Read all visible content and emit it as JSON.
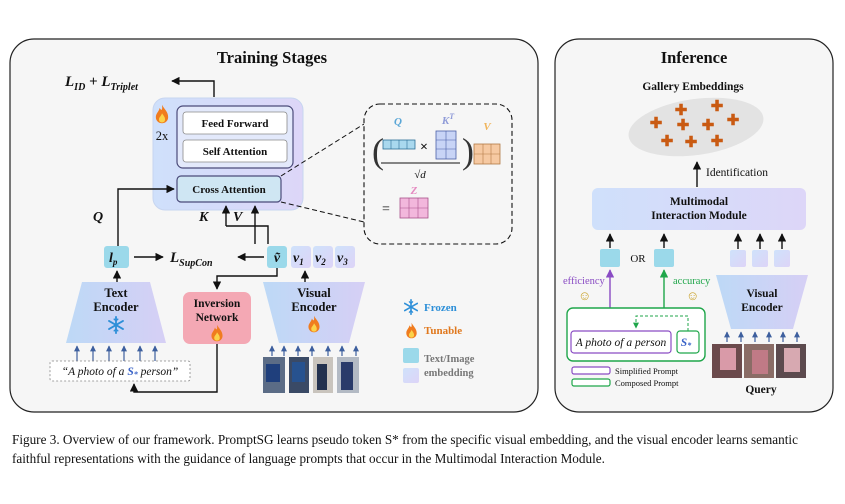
{
  "training": {
    "title": "Training Stages",
    "loss_top": "L_ID + L_Triplet",
    "stack_count": "2x",
    "feed_forward": "Feed Forward",
    "self_attention": "Self Attention",
    "cross_attention": "Cross Attention",
    "q_label": "Q",
    "k_label": "K",
    "v_label": "V",
    "lp_label": "l_p",
    "sup_con": "L_SupCon",
    "v_tilde": "ṽ",
    "v1": "v_1",
    "v2": "v_2",
    "v3": "v_3",
    "text_encoder": "Text Encoder",
    "inversion_network": "Inversion Network",
    "visual_encoder": "Visual Encoder",
    "prompt": "\"A photo of a S* person\"",
    "attn_q": "Q",
    "attn_k": "K^T",
    "attn_v": "V",
    "attn_z": "Z",
    "attn_sqrt": "√d",
    "attn_eq": "="
  },
  "legend": {
    "frozen": "Frozen",
    "tunable": "Tunable",
    "embedding": "Text/Image embedding"
  },
  "inference": {
    "title": "Inference",
    "gallery": "Gallery Embeddings",
    "identification": "Identification",
    "mim": "Multimodal Interaction Module",
    "or": "OR",
    "efficiency": "efficiency",
    "accuracy": "accuracy",
    "prompt": "A photo of a person",
    "s_token": "S*",
    "visual_encoder": "Visual Encoder",
    "simplified": "Simplified Prompt",
    "composed": "Composed Prompt",
    "query": "Query"
  },
  "caption": {
    "label": "Figure 3.",
    "text": "Overview of our framework. PromptSG learns pseudo token S* from the specific visual embedding, and the visual encoder learns semantic faithful representations with the guidance of language prompts that occur in the Multimodal Interaction Module."
  },
  "colors": {
    "blue_box": "#d7e3fb",
    "lavender": "#dcd3f7",
    "inversion_pink": "#f4a8b4",
    "cross_attn": "#cfe6f3",
    "snowflake": "#2d8fd8",
    "flame": "#f07c1f",
    "gallery_cross": "#c95a12",
    "purple_line": "#8a4cc4",
    "green_line": "#1fa64a",
    "embedding_cyan": "#9bd9ea"
  }
}
